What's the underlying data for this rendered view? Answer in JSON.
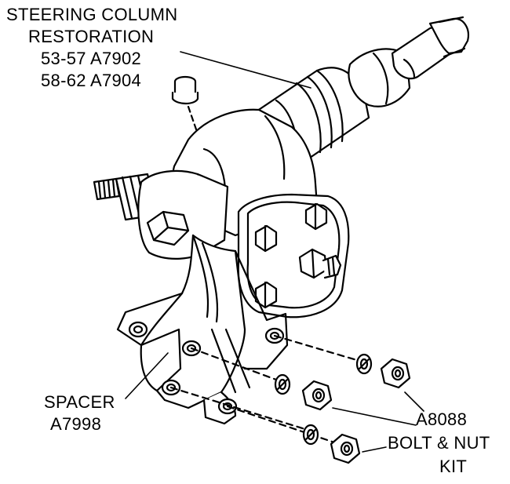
{
  "labels": {
    "steering_column_title_1": "STEERING COLUMN",
    "steering_column_title_2": "RESTORATION",
    "steering_column_part_1": "53-57  A7902",
    "steering_column_part_2": "58-62  A7904",
    "spacer_title": "SPACER",
    "spacer_part": "A7998",
    "nut_part": "A8088",
    "bolt_kit_1": "BOLT & NUT",
    "bolt_kit_2": "KIT"
  }
}
